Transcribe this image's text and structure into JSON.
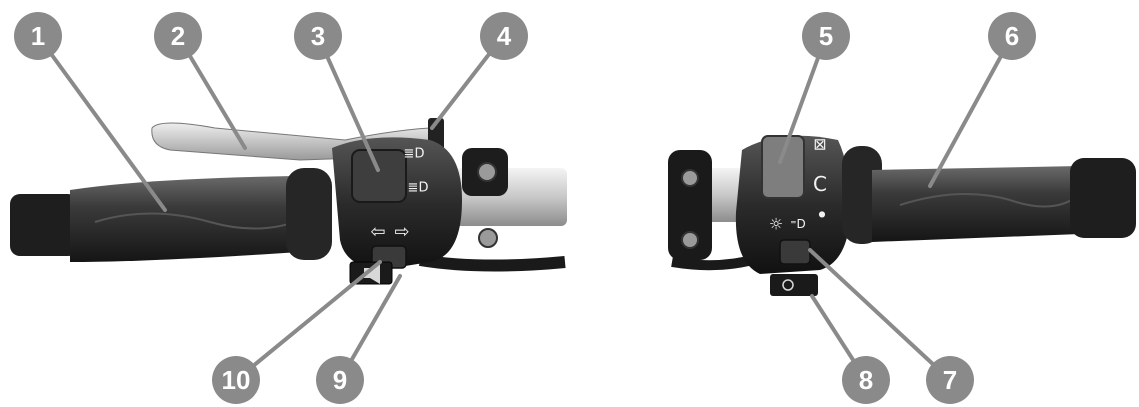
{
  "diagram": {
    "callouts": [
      {
        "id": "1",
        "label": "1"
      },
      {
        "id": "2",
        "label": "2"
      },
      {
        "id": "3",
        "label": "3"
      },
      {
        "id": "4",
        "label": "4"
      },
      {
        "id": "5",
        "label": "5"
      },
      {
        "id": "6",
        "label": "6"
      },
      {
        "id": "7",
        "label": "7"
      },
      {
        "id": "8",
        "label": "8"
      },
      {
        "id": "9",
        "label": "9"
      },
      {
        "id": "10",
        "label": "10"
      }
    ],
    "switch_symbols": {
      "left_arrow": "⇦",
      "right_arrow": "⇨",
      "high_beam": "≣D",
      "low_beam": "≣D",
      "ignition_off": "⊠",
      "ignition_on": "C",
      "light": "☼",
      "parking": "⁼D",
      "dot": "●"
    },
    "colors": {
      "callout_fill": "#8a8a8a",
      "grip": "#3a3a3a",
      "housing": "#2c2c2c",
      "chrome": "#cfcfcf",
      "lever": "#b8b8b8",
      "leader_line": "#8a8a8a"
    }
  }
}
